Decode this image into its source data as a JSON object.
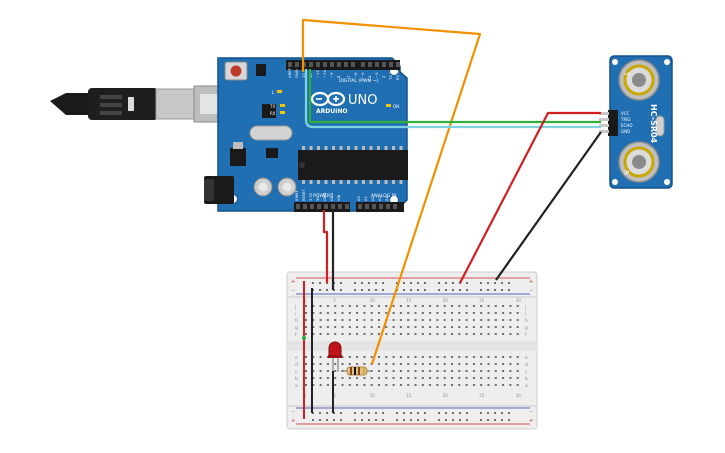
{
  "arduino": {
    "logo": "ARDUINO",
    "model": "UNO",
    "digital_header_label": "DIGITAL (PWM ~)",
    "power_label": "POWER",
    "analog_label": "ANALOG IN",
    "pin_labels": {
      "aref": "AREF",
      "gnd": "GND",
      "d13": "13",
      "d12": "12",
      "d11": "~11",
      "d10": "~10",
      "d9": "~9",
      "d8": "8",
      "d7": "7",
      "d6": "~6",
      "d5": "~5",
      "d4": "4",
      "d3": "~3",
      "d2": "2",
      "tx1": "TX 1",
      "rx0": "RX 0",
      "led_l": "L",
      "led_tx": "TX",
      "led_rx": "RX",
      "on": "ON",
      "ioref": "IOREF",
      "reset": "RESET",
      "v33": "3.3V",
      "v5": "5V",
      "gnd1": "GND",
      "gnd2": "GND",
      "vin": "VIN",
      "a0": "A0",
      "a1": "A1",
      "a2": "A2",
      "a3": "A3",
      "a4": "A4",
      "a5": "A5"
    }
  },
  "sensor": {
    "model": "HC-SR04",
    "pins": [
      "VCC",
      "TRIG",
      "ECHO",
      "GND"
    ],
    "t_label": "T",
    "r_label": "R"
  },
  "breadboard": {
    "row_letters_top": [
      "j",
      "i",
      "h",
      "g",
      "f"
    ],
    "row_letters_bottom": [
      "e",
      "d",
      "c",
      "b",
      "a"
    ],
    "column_numbers": [
      "1",
      "5",
      "10",
      "15",
      "20",
      "25",
      "30"
    ],
    "rail_plus": "+",
    "rail_minus": "−"
  },
  "colors": {
    "board": "#1f6fb2",
    "wire_orange": "#f29000",
    "wire_green": "#2fae3c",
    "wire_cyan": "#7fd3e0",
    "wire_red": "#d11f1f",
    "wire_black": "#222222",
    "led_red": "#c0141a",
    "sensor_body": "#1f6fb2"
  }
}
